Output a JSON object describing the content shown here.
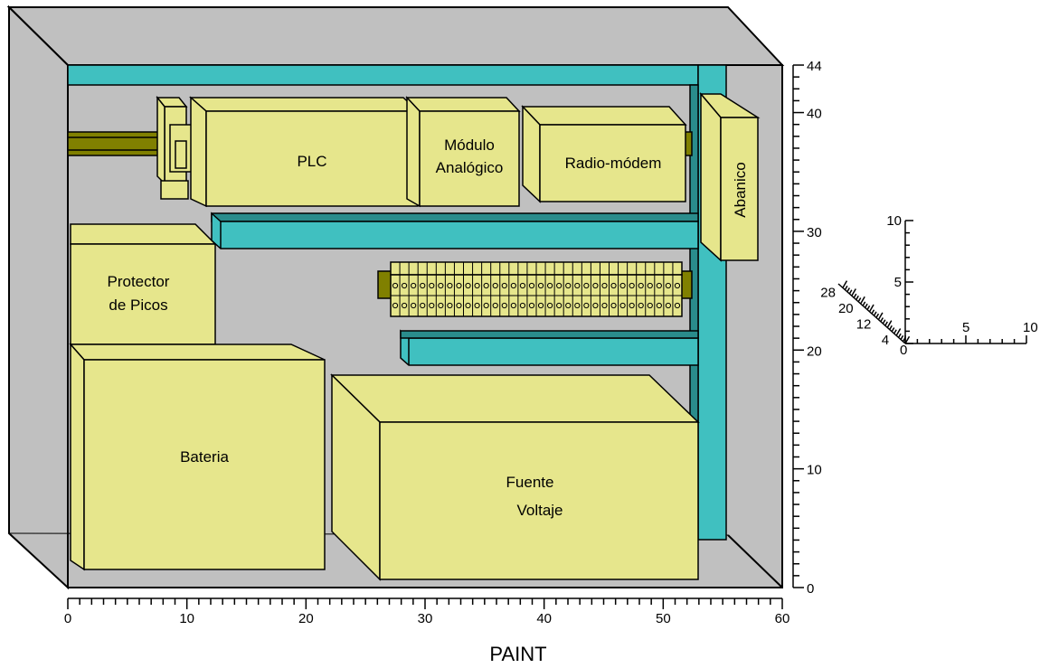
{
  "components": {
    "plc": "PLC",
    "modulo_line1": "Módulo",
    "modulo_line2": "Analógico",
    "radio": "Radio-módem",
    "abanico": "Abanico",
    "protector_line1": "Protector",
    "protector_line2": "de Picos",
    "bateria": "Bateria",
    "fuente_line1": "Fuente",
    "fuente_line2": "Voltaje"
  },
  "x_axis_ticks": [
    "0",
    "10",
    "20",
    "30",
    "40",
    "50",
    "60"
  ],
  "y_axis_ticks": [
    "0",
    "10",
    "20",
    "30",
    "40",
    "44"
  ],
  "axis_3d": {
    "vertical_ticks": [
      "5",
      "10"
    ],
    "horizontal_ticks": [
      "5",
      "10"
    ],
    "depth_ticks": [
      "4",
      "12",
      "20",
      "28"
    ],
    "origin": "0"
  },
  "caption": "PAINT",
  "colors": {
    "cabinet": "#c0c0c0",
    "component": "#e6e68c",
    "duct": "#40c0c0",
    "rail": "#808000",
    "outline": "#000000"
  }
}
